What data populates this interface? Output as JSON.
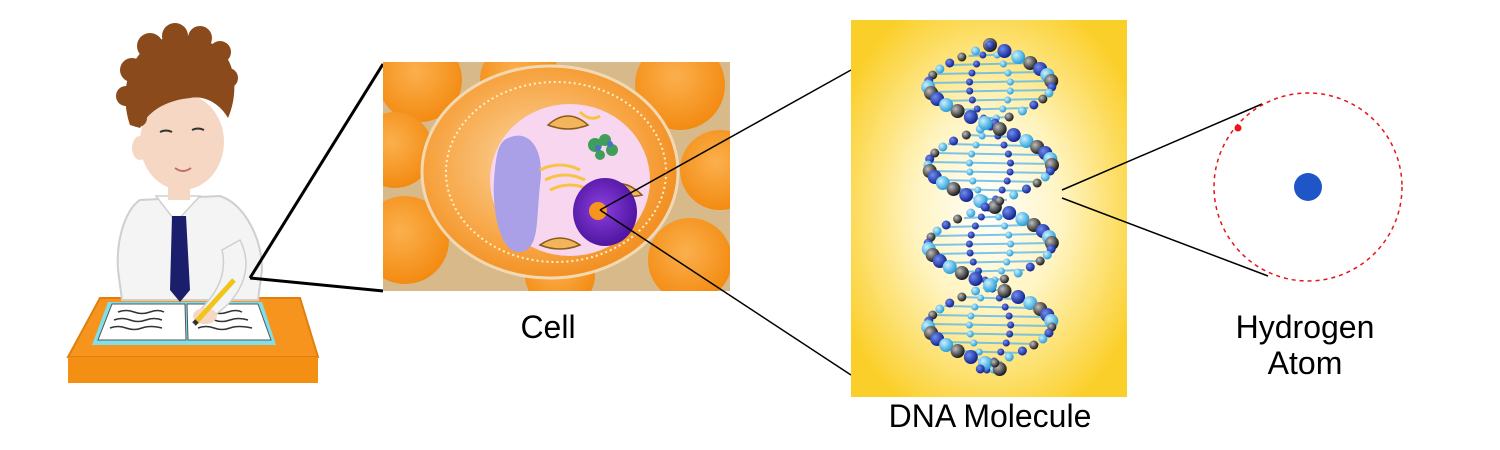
{
  "labels": {
    "cell": "Cell",
    "dna": "DNA Molecule",
    "atom_line1": "Hydrogen",
    "atom_line2": "Atom"
  },
  "colors": {
    "cell_orange": "#f7941d",
    "cell_background": "#d8b98a",
    "cytoplasm_pink": "#f8d6ef",
    "nucleus_purple": "#6a1fb8",
    "dna_glow_yellow": "#fbd02a",
    "dna_dark_blue": "#1f3fbf",
    "dna_light_blue": "#56c3ee",
    "dna_gray": "#3a3a3a",
    "proton_blue": "#1e56c8",
    "electron_red": "#e8141a",
    "orbit_red": "#e8141a",
    "tie_navy": "#1b1f6b",
    "desk_orange": "#f7941d"
  },
  "icons": {
    "student": "student-writing-icon",
    "cell": "cell-illustration",
    "dna": "dna-double-helix-illustration",
    "atom": "hydrogen-atom-icon"
  }
}
